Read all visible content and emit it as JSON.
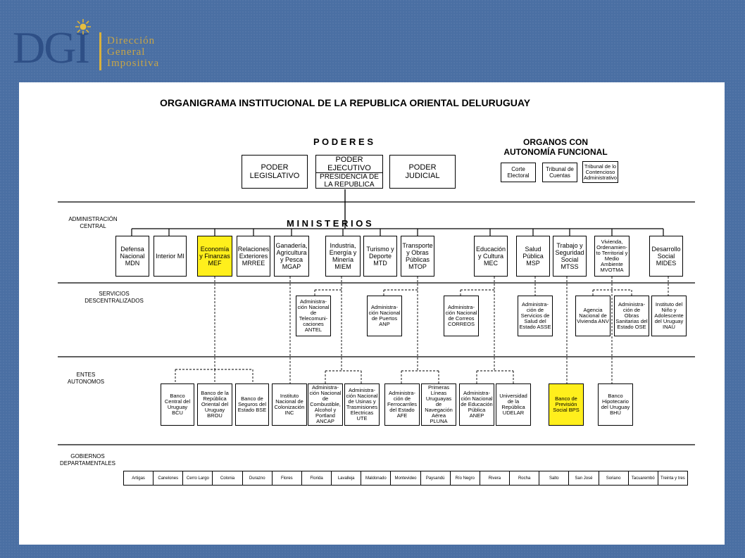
{
  "logo": {
    "brand": "DGI",
    "line1": "Dirección",
    "line2": "General",
    "line3": "Impositiva"
  },
  "chart": {
    "title": "ORGANIGRAMA INSTITUCIONAL DE LA REPUBLICA ORIENTAL DELURUGUAY",
    "poderes_heading": "P O D E R E S",
    "organos_heading_1": "ORGANOS CON",
    "organos_heading_2": "AUTONOMÍA FUNCIONAL",
    "ministerios_heading": "M I N I S T E R I O S",
    "section_labels": {
      "admin_central": "ADMINISTRACIÓN CENTRAL",
      "servicios": "SERVICIOS DESCENTRALIZADOS",
      "entes": "ENTES AUTONOMOS",
      "gobiernos": "GOBIERNOS DEPARTAMENTALES"
    },
    "poderes": {
      "legislativo": "PODER LEGISLATIVO",
      "ejecutivo": "PODER EJECUTIVO",
      "presidencia": "PRESIDENCIA DE LA REPUBLICA",
      "judicial": "PODER JUDICIAL"
    },
    "organos": {
      "corte": "Corte Electoral",
      "tribunal_cuentas": "Tribunal de Cuentas",
      "tribunal_contencioso": "Tribunal de lo Contencioso Administrativo"
    },
    "ministerios": {
      "mdn": "Defensa Nacional MDN",
      "mi": "Interior MI",
      "mef": "Economía y Finanzas MEF",
      "mrree": "Relaciones Exteriores MRREE",
      "mgap": "Ganadería, Agricultura y Pesca MGAP",
      "miem": "Industria, Energía y Minería MIEM",
      "mtd": "Turismo y Deporte MTD",
      "mtop": "Transporte y Obras Públicas MTOP",
      "mec": "Educación y Cultura MEC",
      "msp": "Salud Pública MSP",
      "mtss": "Trabajo y Seguridad Social MTSS",
      "mvotma": "Vivienda, Ordenamien-to Territorial y Medio Ambiente MVOTMA",
      "mides": "Desarrollo Social MIDES"
    },
    "servicios": {
      "antel": "Administra-ción Nacional de Telecomuni-caciones ANTEL",
      "anp": "Administra-ción Nacional de Puertos ANP",
      "correos": "Administra-ción Nacional de Correos CORREOS",
      "asse": "Administra-ción de Servicios de Salud del Estado ASSE",
      "anv": "Agencia Nacional de Vivienda ANV",
      "ose": "Administra-ción de Obras Sanitarias del Estado OSE",
      "inau": "Instituto del Niño y Adolescente del Uruguay INAU"
    },
    "entes": {
      "bcu": "Banco Central del Uruguay BCU",
      "brou": "Banco de la República Oriental del Uruguay BROU",
      "bse": "Banco de Seguros del Estado BSE",
      "inc": "Instituto Nacional de Colonización INC",
      "ancap": "Administra-ción Nacional de Combustible, Alcohol y Portland ANCAP",
      "ute": "Administra-ción Nacional de Usinas y Trasmisiones Electricas UTE",
      "afe": "Administra-ción de Ferrocarriles del Estado AFE",
      "pluna": "Primeras Líneas Uruguayas de Navegación Aérea PLUNA",
      "anep": "Administra-ción Nacional de Educación Pública ANEP",
      "udelar": "Universidad de la República UDELAR",
      "bps": "Banco de Previsión Social BPS",
      "bhu": "Banco Hipotecario del Uruguay BHU"
    },
    "departamentos": [
      "Artigas",
      "Canelones",
      "Cerro Largo",
      "Colonia",
      "Durazno",
      "Flores",
      "Florida",
      "Lavalleja",
      "Maldonado",
      "Montevideo",
      "Paysandú",
      "Río Negro",
      "Rivera",
      "Rocha",
      "Salto",
      "San José",
      "Soriano",
      "Tacuarembó",
      "Treinta y tres"
    ],
    "colors": {
      "highlight": "#ffef1c",
      "background": "#4a6fa3",
      "logo_gold": "#c7a548",
      "logo_blue": "#2e4f86"
    }
  }
}
